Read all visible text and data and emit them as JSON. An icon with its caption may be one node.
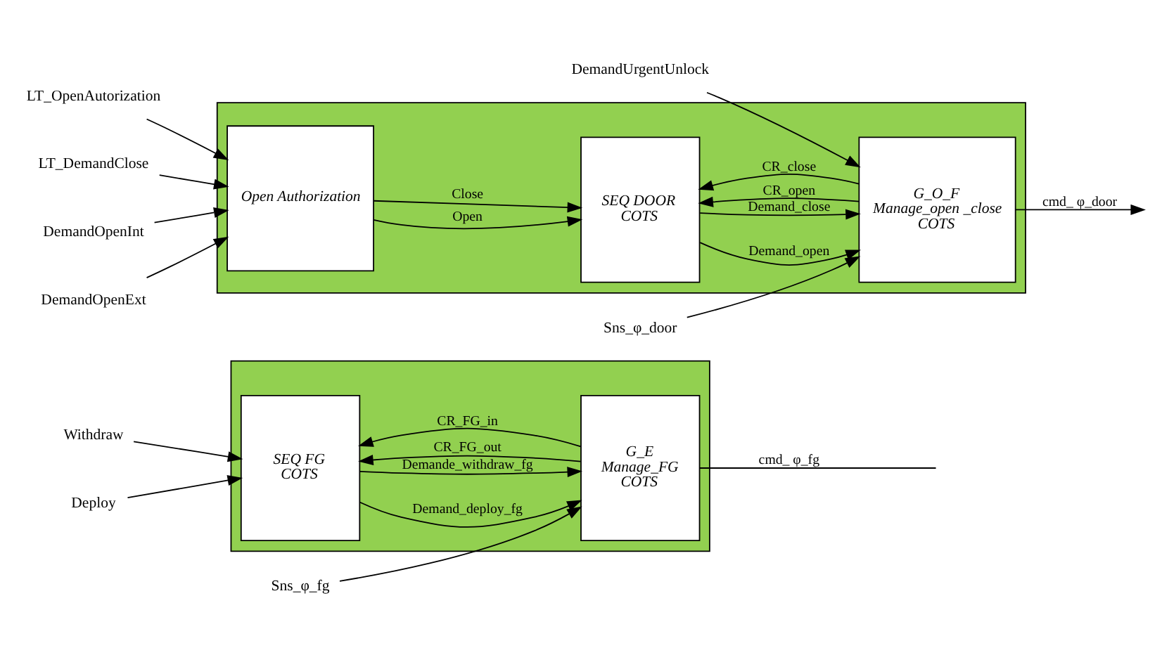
{
  "diagram": {
    "nodes": [
      {
        "text": [],
        "shape": "box"
      },
      {
        "text": [
          "Sns_φ_door"
        ]
      },
      {
        "text": [
          "DemandOpenExt"
        ]
      },
      {
        "text": [
          "DemandOpenInt"
        ]
      },
      {
        "text": [
          "LT_DemandClose"
        ]
      },
      {
        "text": [
          "LT_OpenAutorization"
        ]
      },
      {
        "text": [
          "DemandUrgentUnlock"
        ]
      },
      {
        "text": [
          "Open Authorization"
        ],
        "in": 0
      },
      {
        "text": [
          "SEQ DOOR",
          "COTS"
        ],
        "in": 0
      },
      {
        "text": [
          "G_O_F",
          "Manage_open _close",
          "COTS"
        ],
        "in": 0
      },
      {
        "text": [],
        "shape": "box"
      },
      {
        "text": [
          "Sns_φ_fg"
        ]
      },
      {
        "text": [
          "Deploy"
        ]
      },
      {
        "text": [
          "Withdraw"
        ]
      },
      {
        "text": [
          "SEQ FG",
          "COTS"
        ],
        "in": 10
      },
      {
        "text": [
          "G_E",
          "Manage_FG",
          "COTS"
        ],
        "in": 10
      }
    ],
    "edges": [
      {
        "from": 1,
        "to": 9,
        "arrow": "to"
      },
      {
        "from": 2,
        "to": 7,
        "arrow": "to"
      },
      {
        "from": 3,
        "to": 7,
        "arrow": "to"
      },
      {
        "from": 4,
        "to": 7,
        "arrow": "to"
      },
      {
        "from": 5,
        "to": 7,
        "arrow": "to"
      },
      {
        "from": 7,
        "to": 8,
        "label": "Open",
        "arrow": "to"
      },
      {
        "from": 7,
        "to": 8,
        "label": "Close",
        "arrow": "to"
      },
      {
        "from": 8,
        "to": 9,
        "label": "Demand_open",
        "arrow": "to"
      },
      {
        "from": 8,
        "to": 9,
        "label": "Demand_close",
        "arrow": "to"
      },
      {
        "from": 9,
        "to": null,
        "label": "cmd_ φ_door",
        "arrow": "to"
      },
      {
        "from": 9,
        "to": 8,
        "label": "CR_open",
        "arrow": "to"
      },
      {
        "from": 9,
        "to": 8,
        "label": "CR_close",
        "arrow": "to"
      },
      {
        "from": 6,
        "to": 9,
        "arrow": "to"
      },
      {
        "from": 11,
        "to": 15,
        "arrow": "to"
      },
      {
        "from": 12,
        "to": 14,
        "arrow": "to"
      },
      {
        "from": 13,
        "to": 14,
        "arrow": "to"
      },
      {
        "from": 14,
        "to": 15,
        "label": "Demand_deploy_fg",
        "arrow": "to"
      },
      {
        "from": 14,
        "to": 15,
        "label": "Demande_withdraw_fg",
        "arrow": "to"
      },
      {
        "from": 15,
        "to": null,
        "label": "cmd_ φ_fg",
        "arrow": "none"
      },
      {
        "from": 15,
        "to": 14,
        "label": "CR_FG_out",
        "arrow": "to"
      },
      {
        "from": 15,
        "to": 14,
        "label": "CR_FG_in",
        "arrow": "to"
      }
    ]
  }
}
